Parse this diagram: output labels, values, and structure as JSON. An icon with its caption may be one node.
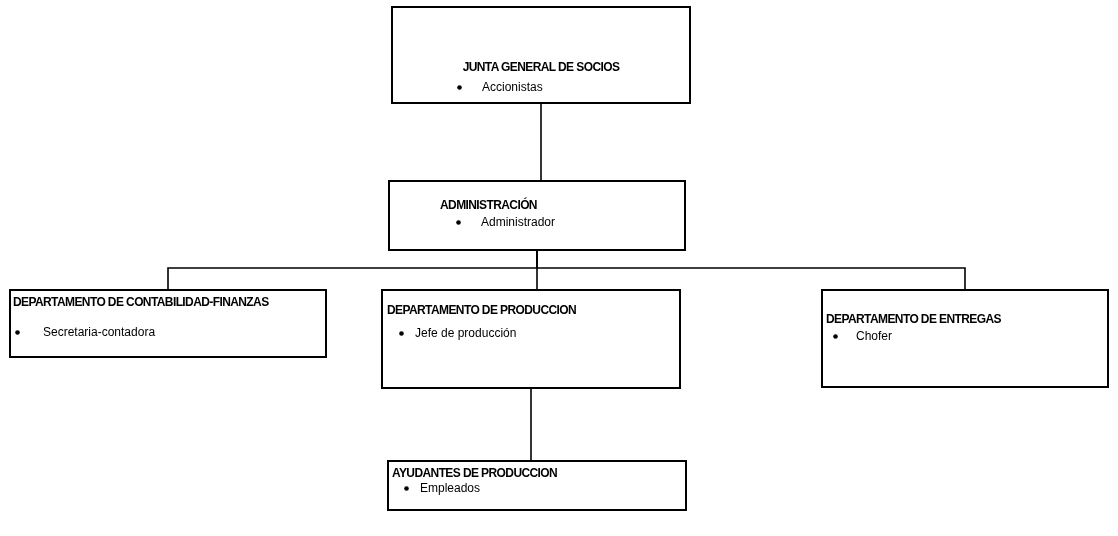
{
  "diagram": {
    "nodes": [
      {
        "text": [
          "JUNTA GENERAL DE SOCIOS",
          "Accionistas"
        ]
      },
      {
        "text": [
          "ADMINISTRACIÓN",
          "Administrador"
        ]
      },
      {
        "text": [
          "DEPARTAMENTO DE CONTABILIDAD-FINANZAS",
          "Secretaria-contadora"
        ]
      },
      {
        "text": [
          "DEPARTAMENTO DE PRODUCCION",
          "Jefe de producción"
        ]
      },
      {
        "text": [
          "DEPARTAMENTO DE ENTREGAS",
          "Chofer"
        ]
      },
      {
        "text": [
          "AYUDANTES DE PRODUCCION",
          "Empleados"
        ]
      }
    ],
    "edges": [
      {
        "from": 0,
        "to": 1,
        "arrow": "none"
      },
      {
        "from": 1,
        "to": 2,
        "arrow": "none"
      },
      {
        "from": 1,
        "to": 3,
        "arrow": "none"
      },
      {
        "from": 1,
        "to": 4,
        "arrow": "none"
      },
      {
        "from": 3,
        "to": 5,
        "arrow": "none"
      }
    ]
  }
}
